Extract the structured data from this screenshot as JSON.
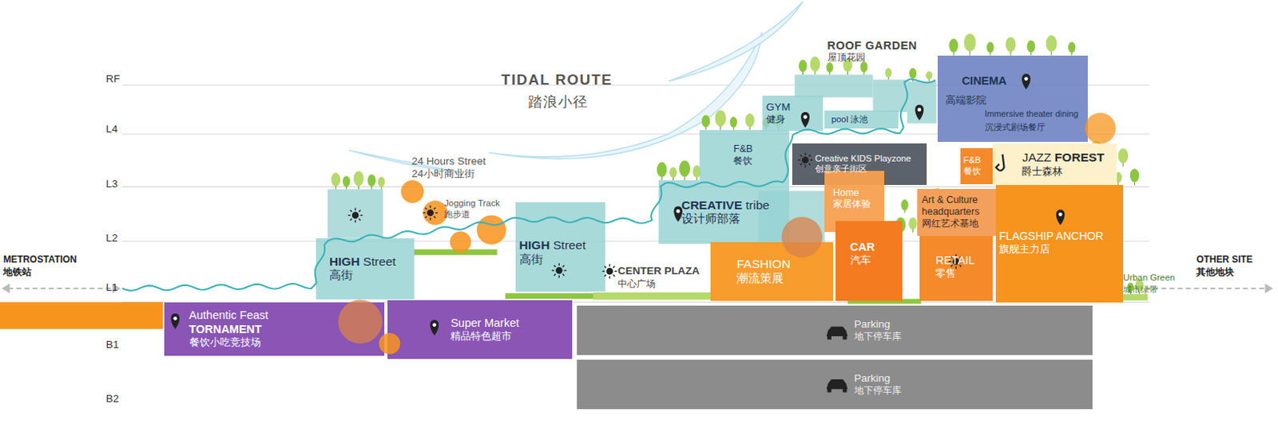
{
  "diagram": {
    "nodes": [
      {
        "text": [
          "Authentic Feast",
          "TORNAMENT",
          "餐饮小吃竞技场"
        ]
      },
      {
        "text": [
          "Super Market",
          "精品特色超市"
        ]
      },
      {
        "text": [
          "Parking",
          "地下停车库"
        ]
      },
      {
        "text": [
          "Parking",
          "地下停车库"
        ]
      },
      {
        "text": [
          "HIGH Street",
          "高街"
        ]
      },
      {
        "text": [
          "HIGH Street",
          "高街"
        ]
      },
      {
        "text": [
          "CREATIVE tribe",
          "设计师部落"
        ]
      },
      {
        "text": [
          "F&B",
          "餐饮"
        ]
      },
      {
        "text": [
          "GYM",
          "健身"
        ]
      },
      {
        "text": [
          "pool 泳池"
        ]
      },
      {
        "text": [
          "Creative KIDS Playzone",
          "创意亲子街区"
        ]
      },
      {
        "text": [
          "FASHION",
          "潮流策展"
        ]
      },
      {
        "text": [
          "Home",
          "家居体验"
        ]
      },
      {
        "text": [
          "CAR",
          "汽车"
        ]
      },
      {
        "text": [
          "Art & Culture headquarters",
          "网红艺术基地"
        ]
      },
      {
        "text": [
          "RETAIL",
          "零售"
        ]
      },
      {
        "text": [
          "FLAGSHIP ANCHOR",
          "旗舰主力店"
        ]
      },
      {
        "text": [
          "F&B",
          "餐饮"
        ]
      },
      {
        "text": [
          "JAZZ FOREST",
          "爵士森林"
        ]
      },
      {
        "text": [
          "CINEMA",
          "高端影院",
          "Immersive theater dining",
          "沉浸式剧场餐厅"
        ]
      }
    ],
    "labels": [
      "RF",
      "L4",
      "L3",
      "L2",
      "L1",
      "B1",
      "B2",
      "METROSTATION",
      "地铁站",
      "OTHER SITE",
      "其他地块",
      "TIDAL ROUTE",
      "踏浪小径",
      "ROOF GARDEN",
      "屋顶花园",
      "24 Hours Street",
      "24小时商业街",
      "Jogging Track",
      "跑步道",
      "CENTER PLAZA",
      "中心广场",
      "Urban Green",
      "城市绿带"
    ]
  }
}
